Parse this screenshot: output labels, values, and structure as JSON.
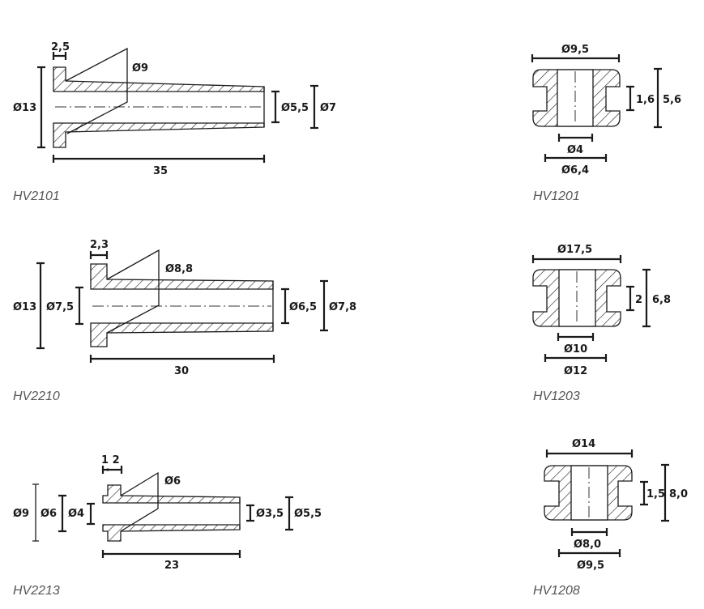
{
  "parts": [
    {
      "model": "HV2101",
      "type": "cable sleeve",
      "dims": {
        "flange_thickness": "2,5",
        "cone_diameter": "Ø9",
        "flange_diameter": "Ø13",
        "inner_diameter": "Ø5,5",
        "outer_diameter": "Ø7",
        "length": "35"
      }
    },
    {
      "model": "HV2210",
      "type": "cable sleeve",
      "dims": {
        "flange_thickness": "2,3",
        "cone_diameter": "Ø8,8",
        "flange_diameter": "Ø13",
        "neck_diameter": "Ø7,5",
        "inner_diameter": "Ø6,5",
        "outer_diameter": "Ø7,8",
        "length": "30"
      }
    },
    {
      "model": "HV2213",
      "type": "cable sleeve",
      "dims": {
        "flange_thickness": "1 2",
        "cone_diameter": "Ø6",
        "flange_diameter": "Ø9",
        "neck_outer": "Ø6",
        "neck_inner": "Ø4",
        "inner_diameter": "Ø3,5",
        "outer_diameter": "Ø5,5",
        "length": "23"
      }
    },
    {
      "model": "HV1201",
      "type": "grommet",
      "dims": {
        "outer_diameter": "Ø9,5",
        "groove_width": "1,6",
        "height": "5,6",
        "bore": "Ø4",
        "groove_diameter": "Ø6,4"
      }
    },
    {
      "model": "HV1203",
      "type": "grommet",
      "dims": {
        "outer_diameter": "Ø17,5",
        "groove_width": "2",
        "height": "6,8",
        "bore": "Ø10",
        "groove_diameter": "Ø12"
      }
    },
    {
      "model": "HV1208",
      "type": "grommet",
      "dims": {
        "outer_diameter": "Ø14",
        "groove_width": "1,5",
        "height": "8,0",
        "bore": "Ø8,0",
        "groove_diameter": "Ø9,5"
      }
    }
  ]
}
